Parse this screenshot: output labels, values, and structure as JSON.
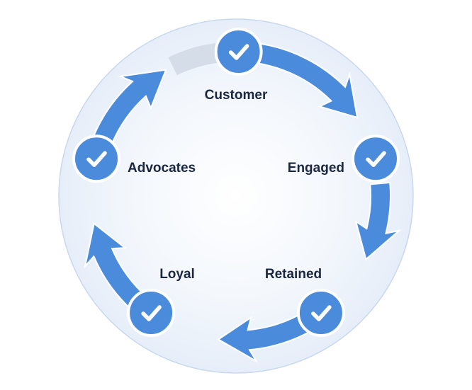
{
  "diagram": {
    "type": "cycle",
    "title": "",
    "colors": {
      "arrow": "#4a8bdc",
      "node": "#4a8bdc",
      "node_ring": "#ffffff",
      "check": "#ffffff",
      "inactive_arc": "#d5dde8",
      "disc_fill_center": "#ffffff",
      "disc_fill_edge": "#e6eef9",
      "disc_border": "#c9d8ee",
      "label": "#1b2740"
    },
    "stages": [
      {
        "id": "customer",
        "label": "Customer",
        "icon": "check-icon",
        "status": "done"
      },
      {
        "id": "engaged",
        "label": "Engaged",
        "icon": "check-icon",
        "status": "done"
      },
      {
        "id": "retained",
        "label": "Retained",
        "icon": "check-icon",
        "status": "done"
      },
      {
        "id": "loyal",
        "label": "Loyal",
        "icon": "check-icon",
        "status": "done"
      },
      {
        "id": "advocates",
        "label": "Advocates",
        "icon": "check-icon",
        "status": "done"
      }
    ],
    "flow": [
      {
        "from": "customer",
        "to": "engaged"
      },
      {
        "from": "engaged",
        "to": "retained"
      },
      {
        "from": "retained",
        "to": "loyal"
      },
      {
        "from": "loyal",
        "to": "advocates"
      },
      {
        "from": "advocates",
        "to": "customer"
      }
    ]
  }
}
